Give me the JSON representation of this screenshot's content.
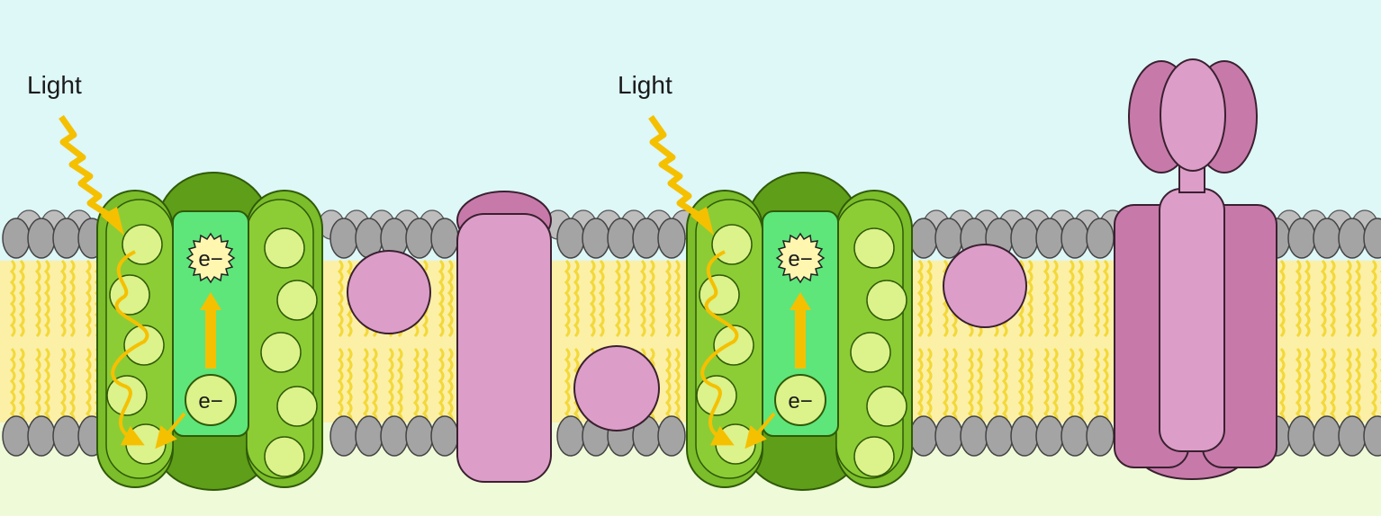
{
  "labels": {
    "light_left": "Light",
    "light_right": "Light",
    "electron": "e−"
  },
  "colors": {
    "stroma": "#def7f7",
    "lumen": "#effad9",
    "lipid_head": "#a4a4a4",
    "lipid_tail": "#f3d83a",
    "lipid_band": "#fbf0a6",
    "photosystem_dark": "#5f9e18",
    "photosystem_mid": "#7bbd2a",
    "photosystem_core": "#5ee67b",
    "pigment": "#dcf28a",
    "light_arrow": "#f5c000",
    "protein_pink": "#dc9ec8",
    "protein_pink_dark": "#c77aaa"
  },
  "icons": {
    "light": "wavy-light-arrow-icon",
    "electron_excited": "starburst-electron-icon",
    "electron": "electron-circle-icon"
  }
}
